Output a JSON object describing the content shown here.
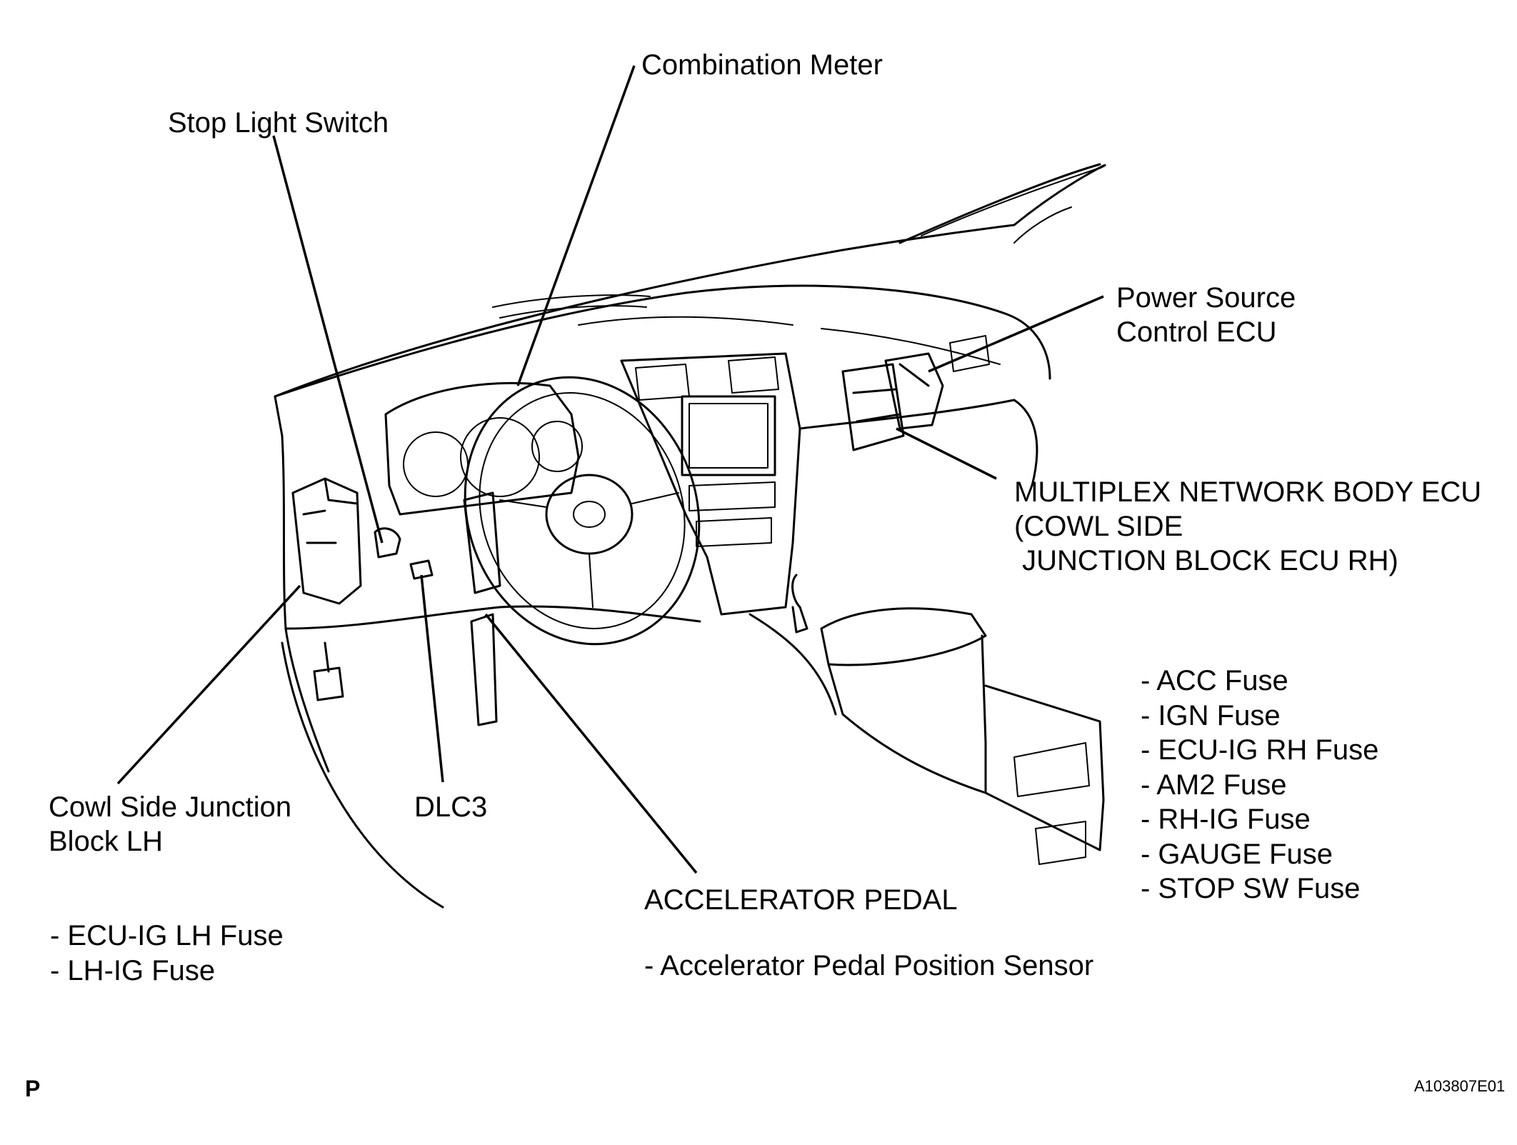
{
  "labels": {
    "combination_meter": "Combination Meter",
    "stop_light_switch": "Stop Light Switch",
    "power_source_line1": "Power Source",
    "power_source_line2": "Control ECU",
    "multiplex_line1": "MULTIPLEX NETWORK BODY ECU",
    "multiplex_line2": "(COWL SIDE",
    "multiplex_line3": " JUNCTION BLOCK ECU RH)",
    "cowl_lh_line1": "Cowl Side Junction",
    "cowl_lh_line2": "Block LH",
    "dlc3": "DLC3",
    "accelerator_pedal": "ACCELERATOR PEDAL",
    "accelerator_sensor": "- Accelerator Pedal Position Sensor",
    "page_letter": "P",
    "figure_code": "A103807E01"
  },
  "rh_fuses": [
    "- ACC Fuse",
    "- IGN Fuse",
    "- ECU-IG RH Fuse",
    "- AM2 Fuse",
    "- RH-IG Fuse",
    "- GAUGE Fuse",
    "- STOP SW Fuse"
  ],
  "lh_fuses": [
    "- ECU-IG LH Fuse",
    "- LH-IG Fuse"
  ]
}
